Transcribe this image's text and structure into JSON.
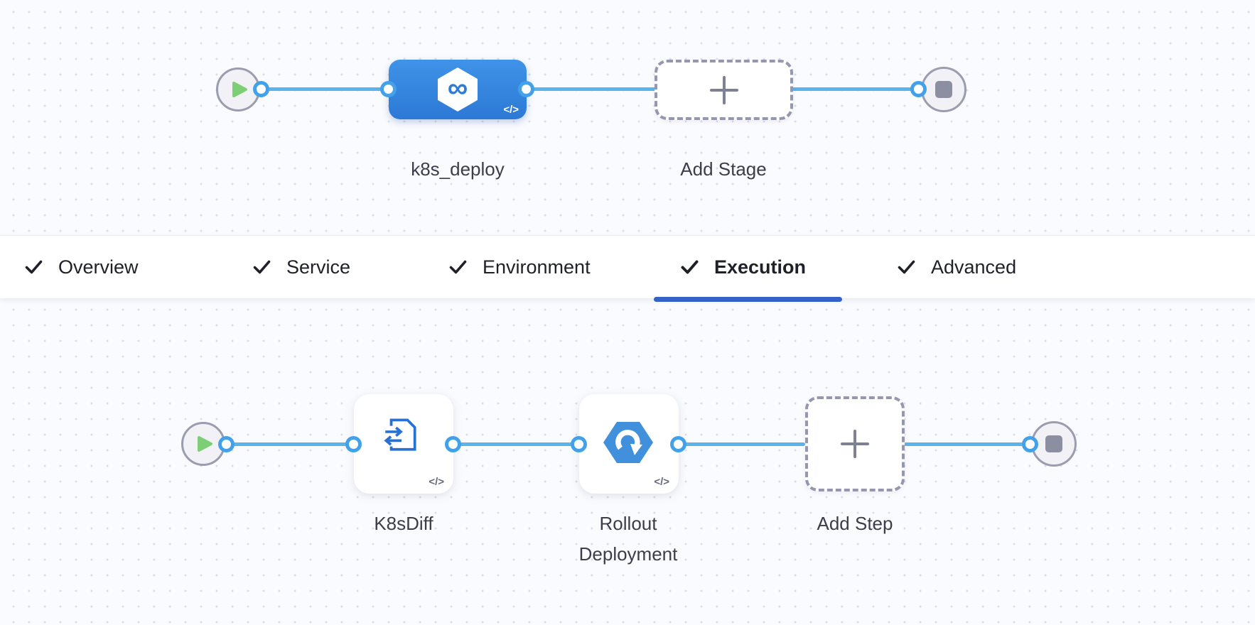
{
  "pipeline_stages": {
    "stage": {
      "name": "k8s_deploy"
    },
    "add_stage": {
      "label": "Add Stage"
    }
  },
  "tab_bar": {
    "tabs": [
      {
        "label": "Overview",
        "checked": true,
        "active": false
      },
      {
        "label": "Service",
        "checked": true,
        "active": false
      },
      {
        "label": "Environment",
        "checked": true,
        "active": false
      },
      {
        "label": "Execution",
        "checked": true,
        "active": true
      },
      {
        "label": "Advanced",
        "checked": true,
        "active": false
      }
    ]
  },
  "execution_steps": {
    "steps": [
      {
        "name": "K8sDiff"
      },
      {
        "name": "Rollout Deployment"
      }
    ],
    "add_step": {
      "label": "Add Step"
    }
  },
  "icons": {
    "check": "✓",
    "plus": "+",
    "infinity_logo": "∞",
    "code_badge": "</>",
    "play": "▶",
    "stop": "■"
  },
  "colors": {
    "canvas_bg": "#FAFBFE",
    "grid_dot": "#DBDCE6",
    "edge_blue": "#5AB3EB",
    "port_ring_blue": "#42A1E8",
    "stage_gradient_start": "#3F93E8",
    "stage_gradient_end": "#2C79D5",
    "active_tab_underline": "#3462C8",
    "play_green": "#7CCF74",
    "stop_gray": "#8C8EA2",
    "dashed_border": "#9597B0",
    "label_text": "#3B3D4A",
    "tab_text": "#1F2028",
    "step_icon_blue": "#2770D4",
    "rollout_icon_blue": "#4190DC"
  }
}
